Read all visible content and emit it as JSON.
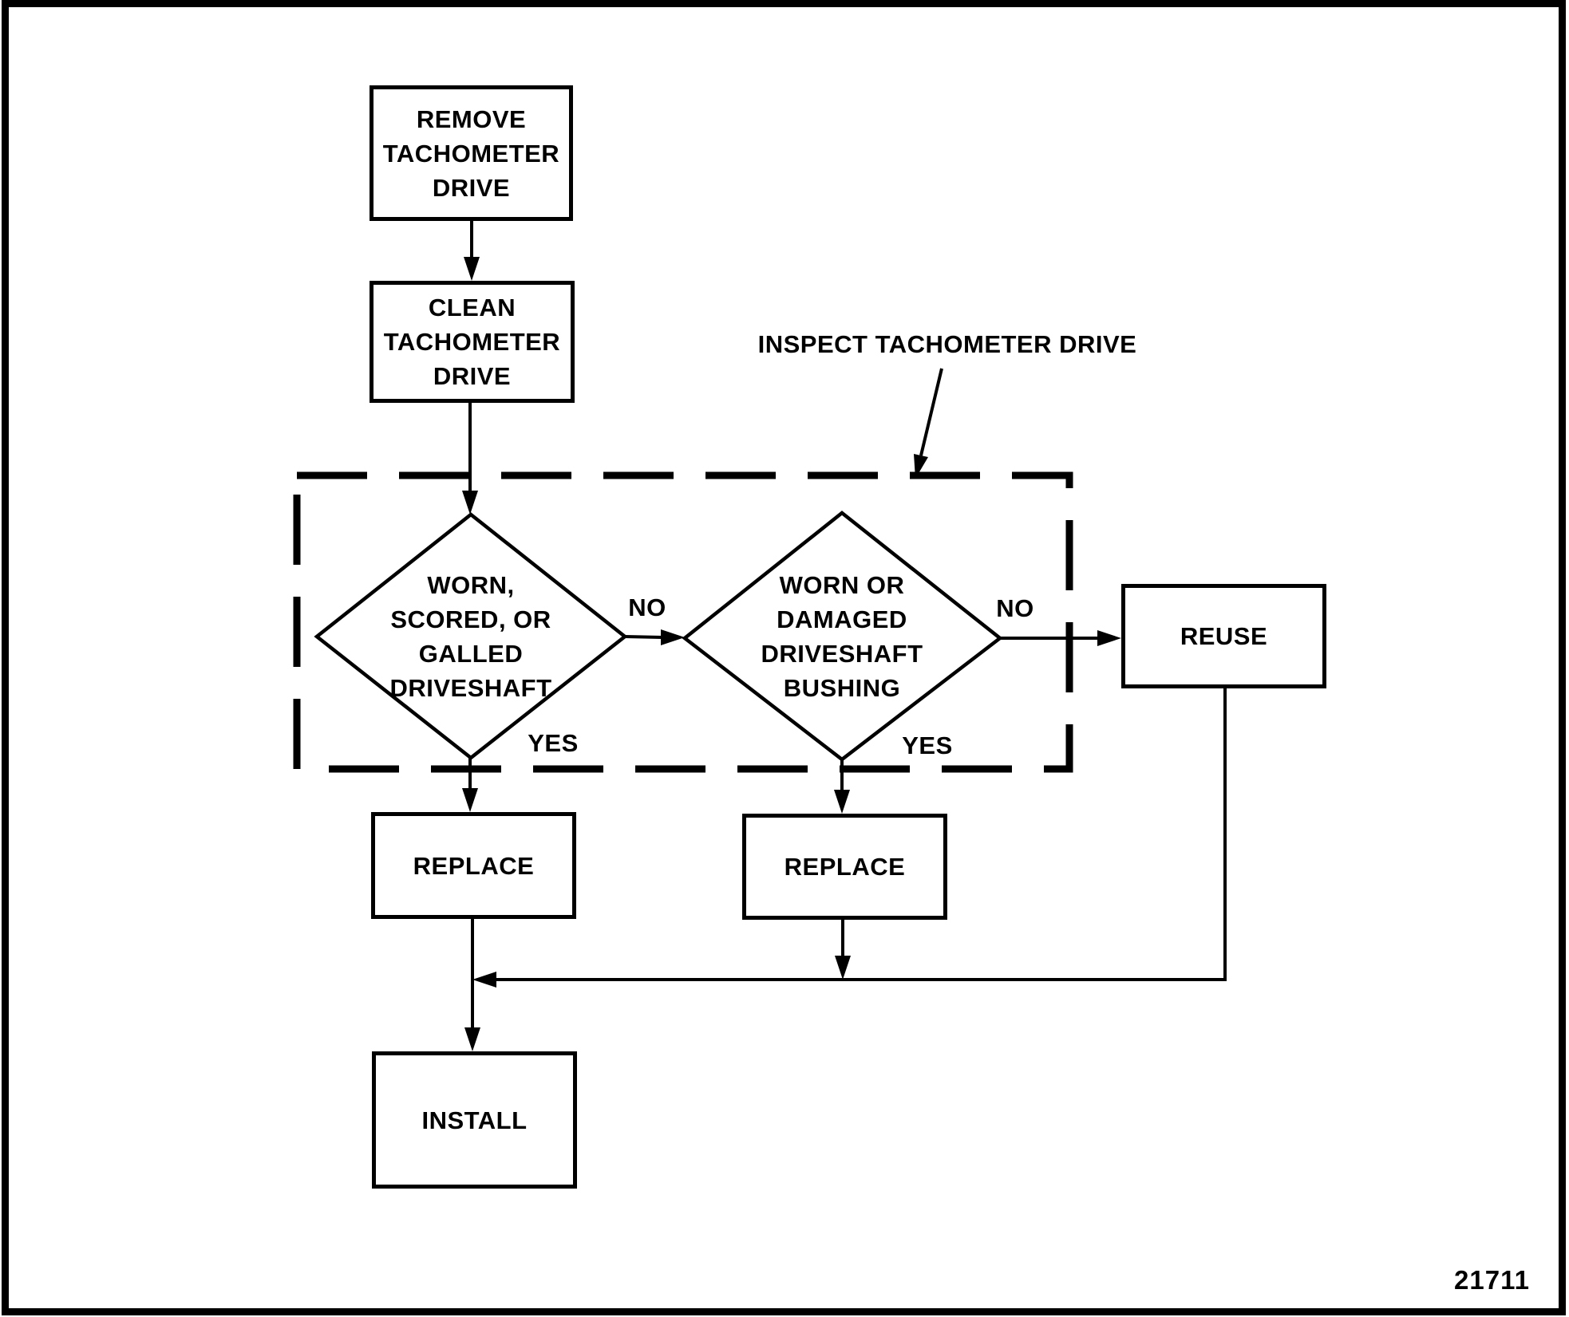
{
  "page": {
    "figure_number": "21711",
    "ink_color": "#000000",
    "paper_color": "#ffffff"
  },
  "flowchart": {
    "inspect_group_label": "INSPECT TACHOMETER DRIVE",
    "nodes": {
      "remove": "REMOVE\nTACHOMETER\nDRIVE",
      "clean": "CLEAN\nTACHOMETER\nDRIVE",
      "decision_driveshaft": "WORN,\nSCORED, OR\nGALLED\nDRIVESHAFT",
      "decision_bushing": "WORN OR\nDAMAGED\nDRIVESHAFT\nBUSHING",
      "replace_driveshaft": "REPLACE",
      "replace_bushing": "REPLACE",
      "reuse": "REUSE",
      "install": "INSTALL"
    },
    "edge_labels": {
      "driveshaft_no": "NO",
      "bushing_no": "NO",
      "driveshaft_yes": "YES",
      "bushing_yes": "YES"
    }
  }
}
